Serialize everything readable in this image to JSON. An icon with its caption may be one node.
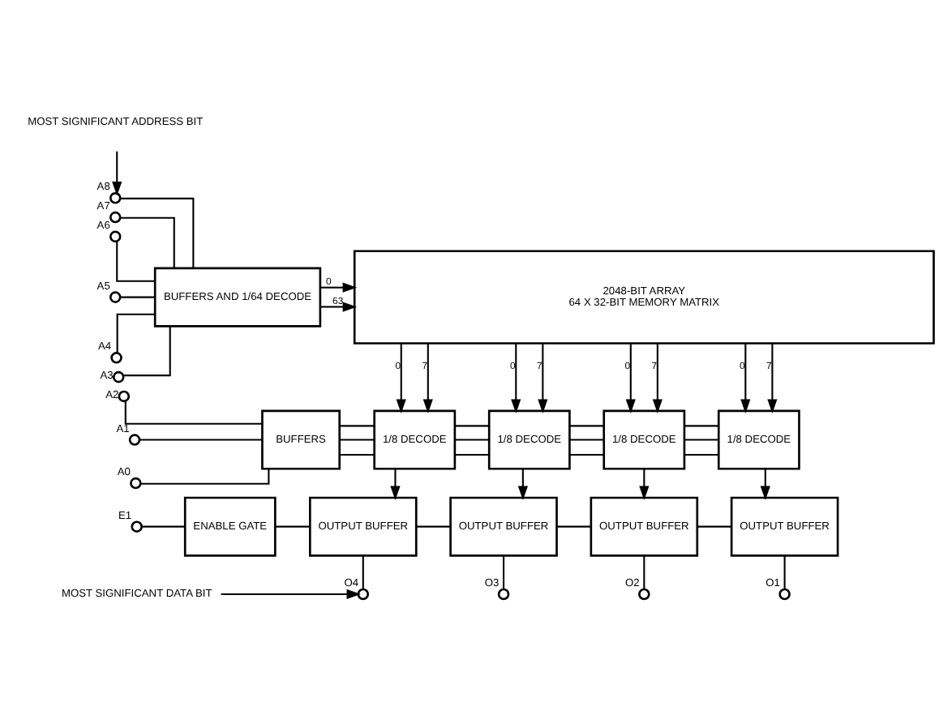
{
  "diagram": {
    "nodes": [
      {
        "text": [
          "MOST SIGNIFICANT ADDRESS BIT"
        ]
      },
      {
        "text": [],
        "shape": "circle",
        "beside": [
          "A8"
        ]
      },
      {
        "text": [],
        "shape": "circle",
        "beside": [
          "A7"
        ]
      },
      {
        "text": [],
        "shape": "circle",
        "beside": [
          "A6"
        ]
      },
      {
        "text": [],
        "shape": "circle",
        "beside": [
          "A5"
        ]
      },
      {
        "text": [],
        "shape": "circle",
        "beside": [
          "A4"
        ]
      },
      {
        "text": [],
        "shape": "circle",
        "beside": [
          "A3"
        ]
      },
      {
        "text": [
          "BUFFERS AND 1/64 DECODE"
        ]
      },
      {
        "text": [
          "2048-BIT ARRAY",
          "64 X 32-BIT MEMORY MATRIX"
        ]
      },
      {
        "text": [],
        "shape": "circle",
        "beside": [
          "A2"
        ]
      },
      {
        "text": [],
        "shape": "circle",
        "beside": [
          "A1"
        ]
      },
      {
        "text": [],
        "shape": "circle",
        "beside": [
          "A0"
        ]
      },
      {
        "text": [
          "BUFFERS"
        ]
      },
      {
        "text": [
          "1/8 DECODE"
        ]
      },
      {
        "text": [
          "1/8 DECODE"
        ]
      },
      {
        "text": [
          "1/8 DECODE"
        ]
      },
      {
        "text": [
          "1/8 DECODE"
        ]
      },
      {
        "text": [],
        "shape": "circle",
        "beside": [
          "E1"
        ]
      },
      {
        "text": [
          "ENABLE GATE"
        ]
      },
      {
        "text": [
          "OUTPUT BUFFER"
        ]
      },
      {
        "text": [
          "OUTPUT BUFFER"
        ]
      },
      {
        "text": [
          "OUTPUT BUFFER"
        ]
      },
      {
        "text": [
          "OUTPUT BUFFER"
        ]
      },
      {
        "text": [
          "MOST SIGNIFICANT DATA BIT"
        ]
      },
      {
        "text": [],
        "shape": "circle",
        "beside": [
          "O4"
        ]
      },
      {
        "text": [],
        "shape": "circle",
        "beside": [
          "O3"
        ]
      },
      {
        "text": [],
        "shape": "circle",
        "beside": [
          "O2"
        ]
      },
      {
        "text": [],
        "shape": "circle",
        "beside": [
          "O1"
        ]
      }
    ],
    "edges": [
      {
        "from": 0,
        "to": 1,
        "arrow": "to"
      },
      {
        "from": 1,
        "to": 7,
        "arrow": "none"
      },
      {
        "from": 2,
        "to": 7,
        "arrow": "none"
      },
      {
        "from": 3,
        "to": 7,
        "arrow": "none"
      },
      {
        "from": 4,
        "to": 7,
        "arrow": "none"
      },
      {
        "from": 5,
        "to": 7,
        "arrow": "none"
      },
      {
        "from": 6,
        "to": 7,
        "arrow": "none"
      },
      {
        "from": 7,
        "to": 8,
        "arrow": "to",
        "label": "0"
      },
      {
        "from": 7,
        "to": 8,
        "arrow": "to",
        "label": "63"
      },
      {
        "from": 8,
        "to": 13,
        "arrow": "to",
        "label": "0"
      },
      {
        "from": 8,
        "to": 13,
        "arrow": "to",
        "label": "7"
      },
      {
        "from": 8,
        "to": 14,
        "arrow": "to",
        "label": "0"
      },
      {
        "from": 8,
        "to": 14,
        "arrow": "to",
        "label": "7"
      },
      {
        "from": 8,
        "to": 15,
        "arrow": "to",
        "label": "0"
      },
      {
        "from": 8,
        "to": 15,
        "arrow": "to",
        "label": "7"
      },
      {
        "from": 8,
        "to": 16,
        "arrow": "to",
        "label": "0"
      },
      {
        "from": 8,
        "to": 16,
        "arrow": "to",
        "label": "7"
      },
      {
        "from": 9,
        "to": 12,
        "arrow": "none"
      },
      {
        "from": 10,
        "to": 12,
        "arrow": "none"
      },
      {
        "from": 11,
        "to": 12,
        "arrow": "none"
      },
      {
        "from": 12,
        "to": 13,
        "arrow": "none"
      },
      {
        "from": 12,
        "to": 13,
        "arrow": "none"
      },
      {
        "from": 12,
        "to": 13,
        "arrow": "none"
      },
      {
        "from": 13,
        "to": 14,
        "arrow": "none"
      },
      {
        "from": 13,
        "to": 14,
        "arrow": "none"
      },
      {
        "from": 13,
        "to": 14,
        "arrow": "none"
      },
      {
        "from": 14,
        "to": 15,
        "arrow": "none"
      },
      {
        "from": 14,
        "to": 15,
        "arrow": "none"
      },
      {
        "from": 14,
        "to": 15,
        "arrow": "none"
      },
      {
        "from": 15,
        "to": 16,
        "arrow": "none"
      },
      {
        "from": 15,
        "to": 16,
        "arrow": "none"
      },
      {
        "from": 15,
        "to": 16,
        "arrow": "none"
      },
      {
        "from": 13,
        "to": 19,
        "arrow": "to"
      },
      {
        "from": 14,
        "to": 20,
        "arrow": "to"
      },
      {
        "from": 15,
        "to": 21,
        "arrow": "to"
      },
      {
        "from": 16,
        "to": 22,
        "arrow": "to"
      },
      {
        "from": 17,
        "to": 18,
        "arrow": "none"
      },
      {
        "from": 18,
        "to": 19,
        "arrow": "none"
      },
      {
        "from": 19,
        "to": 20,
        "arrow": "none"
      },
      {
        "from": 20,
        "to": 21,
        "arrow": "none"
      },
      {
        "from": 21,
        "to": 22,
        "arrow": "none"
      },
      {
        "from": 19,
        "to": 24,
        "arrow": "none"
      },
      {
        "from": 20,
        "to": 25,
        "arrow": "none"
      },
      {
        "from": 21,
        "to": 26,
        "arrow": "none"
      },
      {
        "from": 22,
        "to": 27,
        "arrow": "none"
      },
      {
        "from": 23,
        "to": 24,
        "arrow": "to"
      }
    ]
  }
}
